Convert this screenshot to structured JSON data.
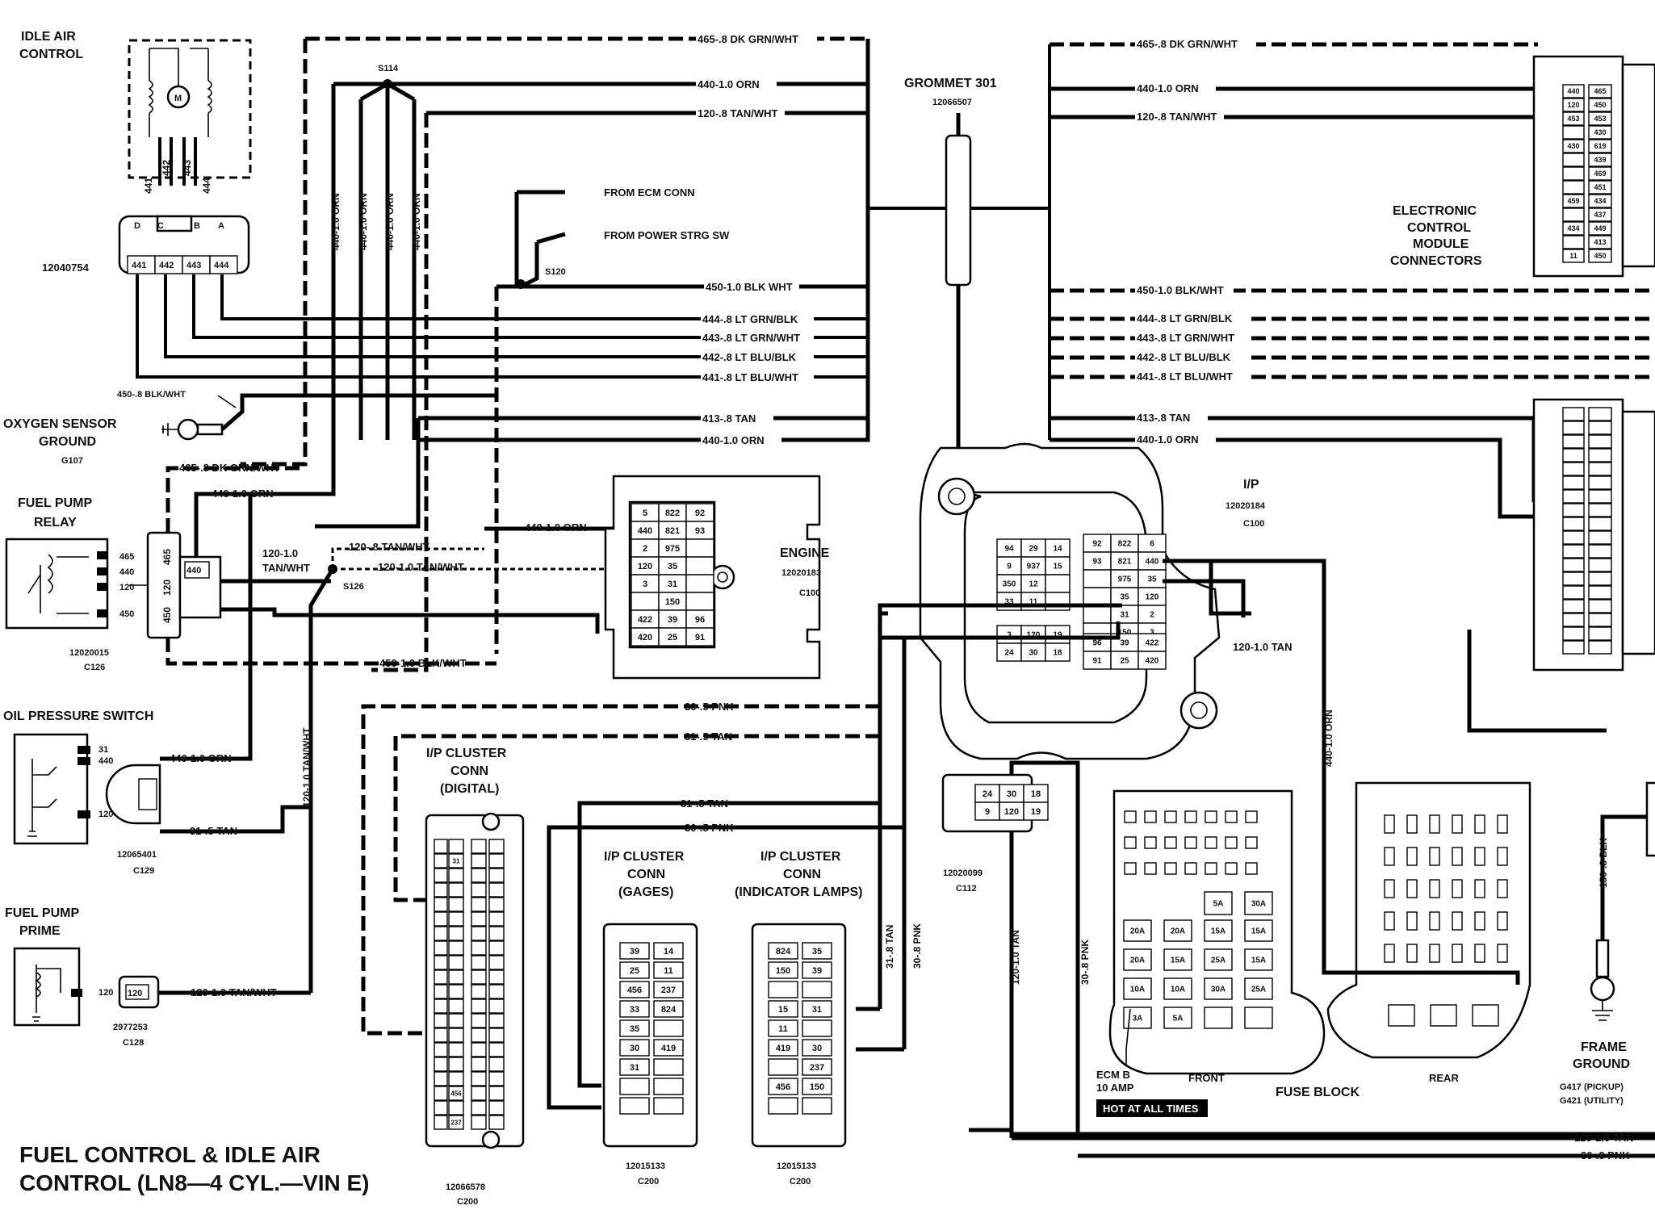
{
  "title": {
    "line1": "FUEL CONTROL & IDLE AIR",
    "line2": "CONTROL (LN8—4 CYL.—VIN E)"
  },
  "components": {
    "iac": {
      "name1": "IDLE AIR",
      "name2": "CONTROL",
      "part": "12040754",
      "pins": [
        "441",
        "442",
        "443",
        "444"
      ],
      "letters": [
        "D",
        "C",
        "B",
        "A"
      ],
      "motor": "M"
    },
    "o2_ground": {
      "name1": "OXYGEN SENSOR",
      "name2": "GROUND",
      "code": "G107"
    },
    "fuel_pump_relay": {
      "name1": "FUEL PUMP",
      "name2": "RELAY",
      "part": "12020015",
      "conn": "C126",
      "pins": [
        "465",
        "440",
        "120",
        "450"
      ],
      "body_pins": [
        "465",
        "440",
        "120",
        "450"
      ]
    },
    "oil_pressure_switch": {
      "name": "OIL PRESSURE SWITCH",
      "part": "12065401",
      "conn": "C129",
      "pins": [
        "31",
        "440",
        "120"
      ]
    },
    "fuel_pump_prime": {
      "name1": "FUEL PUMP",
      "name2": "PRIME",
      "part": "2977253",
      "conn": "C128",
      "pin": "120"
    },
    "grommet": {
      "name": "GROMMET 301",
      "part": "12066507"
    },
    "ecm": {
      "line1": "ELECTRONIC",
      "line2": "CONTROL",
      "line3": "MODULE",
      "line4": "CONNECTORS"
    },
    "engine_conn": {
      "name": "ENGINE",
      "part": "12020183",
      "conn": "C100"
    },
    "ip_conn": {
      "name": "I/P",
      "part": "12020184",
      "conn": "C100"
    },
    "c112": {
      "part": "12020099",
      "conn": "C112"
    },
    "cluster_digital": {
      "line1": "I/P CLUSTER",
      "line2": "CONN",
      "line3": "(DIGITAL)",
      "part": "12066578",
      "conn": "C200"
    },
    "cluster_gages": {
      "line1": "I/P CLUSTER",
      "line2": "CONN",
      "line3": "(GAGES)",
      "part": "12015133",
      "conn": "C200"
    },
    "cluster_lamps": {
      "line1": "I/P CLUSTER",
      "line2": "CONN",
      "line3": "(INDICATOR LAMPS)",
      "part": "12015133",
      "conn": "C200"
    },
    "fuse_block": {
      "name": "FUSE BLOCK",
      "front": "FRONT",
      "rear": "REAR",
      "ecm_fuse1": "ECM B",
      "ecm_fuse2": "10 AMP",
      "hot": "HOT AT ALL TIMES"
    },
    "frame_ground": {
      "name1": "FRAME",
      "name2": "GROUND",
      "g1": "G417 (PICKUP)",
      "g2": "G421 (UTILITY)"
    }
  },
  "splices": {
    "s114": "S114",
    "s120": "S120",
    "s126": "S126"
  },
  "notes": {
    "from_ecm": "FROM ECM CONN",
    "from_ps": "FROM POWER STRG SW"
  },
  "wires_left": {
    "w465": "465-.8 DK GRN/WHT",
    "w440": "440-1.0 ORN",
    "w120": "120-.8 TAN/WHT",
    "w450": "450-1.0 BLK WHT",
    "w444": "444-.8 LT GRN/BLK",
    "w443": "443-.8 LT GRN/WHT",
    "w442": "442-.8 LT BLU/BLK",
    "w441": "441-.8 LT BLU/WHT",
    "w413": "413-.8 TAN",
    "w440b": "440-1.0 ORN",
    "o2": "450-.8 BLK/WHT",
    "relay465": "465-.8 DK GRN/WHT",
    "relay440": "440-1.0 ORN",
    "relay120a": "120-1.0",
    "relay120b": "TAN/WHT",
    "s126_top": "120-.8 TAN/WHT",
    "s126_right": "120-1.0 TAN/WHT",
    "eng440": "440-1.0 ORN",
    "relay450": "450-1.0 BLK/WHT",
    "oil440": "440-1.0 ORN",
    "oil31": "31-.5 TAN",
    "oil120v": "120-1.0 TAN/WHT",
    "prime120": "120-1.0 TAN/WHT",
    "v440": "440-1.0 ORN",
    "p30a": "30-.5 PNK",
    "t31a": "31-.5 TAN",
    "t31b": "31-.5 TAN",
    "p30b": "30-.5 PNK",
    "v31": "31-.8 TAN",
    "v30": "30-.8 PNK"
  },
  "wires_right": {
    "w465": "465-.8 DK GRN/WHT",
    "w440": "440-1.0 ORN",
    "w120": "120-.8 TAN/WHT",
    "w450": "450-1.0 BLK/WHT",
    "w444": "444-.8 LT GRN/BLK",
    "w443": "443-.8 LT GRN/WHT",
    "w442": "442-.8 LT BLU/BLK",
    "w441": "441-.8 LT BLU/WHT",
    "w413": "413-.8 TAN",
    "w440b": "440-1.0 ORN",
    "ip120": "120-1.0 TAN",
    "v440": "440-1.0 ORN",
    "v120": "120-1.0 TAN",
    "v30": "30-.8 PNK",
    "b120": "120-1.0 TAN",
    "b30": "30-.8 PNK",
    "v150": "150-.8 BLK"
  },
  "iac_wires": [
    "441",
    "442",
    "443",
    "444"
  ],
  "engine_cells": [
    [
      "5",
      "822",
      "92"
    ],
    [
      "440",
      "821",
      "93"
    ],
    [
      "2",
      "975",
      ""
    ],
    [
      "120",
      "35",
      ""
    ],
    [
      "3",
      "31",
      ""
    ],
    [
      "",
      "150",
      ""
    ],
    [
      "422",
      "39",
      "96"
    ],
    [
      "420",
      "25",
      "91"
    ]
  ],
  "ip_cells_left": [
    [
      "94",
      "29",
      "14"
    ],
    [
      "9",
      "937",
      "15"
    ],
    [
      "350",
      "12",
      ""
    ],
    [
      "33",
      "11",
      ""
    ]
  ],
  "ip_cells_right": [
    [
      "92",
      "822",
      "6"
    ],
    [
      "93",
      "821",
      "440"
    ],
    [
      "",
      "975",
      "35"
    ],
    [
      "",
      "35",
      "120"
    ],
    [
      "",
      "31",
      "2"
    ],
    [
      "",
      "150",
      "3"
    ]
  ],
  "ip_cells_bottom_left": [
    [
      "3",
      "120",
      "19"
    ],
    [
      "24",
      "30",
      "18"
    ]
  ],
  "ip_cells_bottom_right": [
    [
      "96",
      "39",
      "422"
    ],
    [
      "91",
      "25",
      "420"
    ]
  ],
  "c112_cells": [
    [
      "24",
      "30",
      "18"
    ],
    [
      "9",
      "120",
      "19"
    ]
  ],
  "ecm_top_cells": [
    "465",
    "450",
    "453",
    "430",
    "619",
    "439",
    "469",
    "451",
    "434",
    "437",
    "449",
    "413",
    "450"
  ],
  "ecm_top_left": [
    "440",
    "120",
    "453",
    "",
    "430",
    "",
    "",
    "",
    "459",
    "",
    "434",
    "",
    "11"
  ],
  "gages_left": [
    "39",
    "25",
    "456",
    "33",
    "35",
    "30",
    "31"
  ],
  "gages_right": [
    "14",
    "11",
    "237",
    "824",
    "",
    "419",
    ""
  ],
  "lamps_left": [
    "824",
    "150",
    "",
    "15",
    "11",
    "419",
    "",
    "456",
    ""
  ],
  "lamps_right": [
    "35",
    "39",
    "",
    "31",
    "",
    "30",
    "237",
    "150",
    ""
  ],
  "digital_pins": [
    "",
    "31",
    "",
    "",
    "",
    "",
    "",
    "",
    "",
    "",
    "",
    "",
    "",
    "",
    "",
    "",
    "",
    "456",
    "",
    "237"
  ],
  "fuse_rows": [
    [
      "20A",
      "20A",
      "15A",
      "15A"
    ],
    [
      "20A",
      "15A",
      "25A",
      "15A"
    ],
    [
      "10A",
      "10A",
      "30A",
      "25A"
    ],
    [
      "3A",
      "5A",
      "",
      ""
    ]
  ],
  "fuse_tops": [
    "5A",
    "30A"
  ]
}
